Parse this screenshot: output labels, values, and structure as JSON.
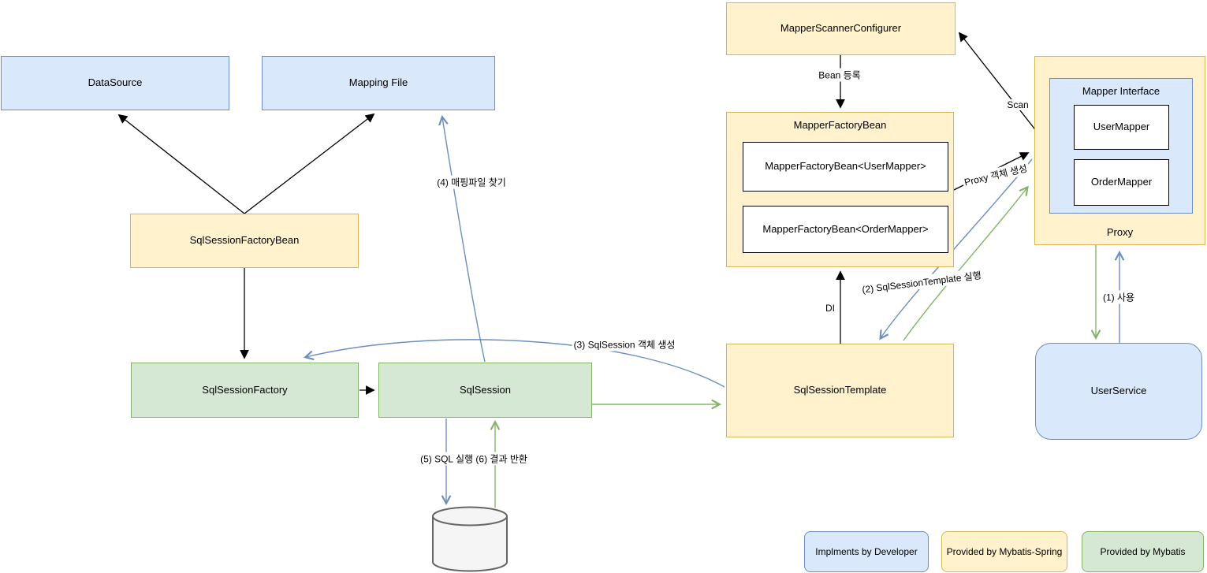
{
  "diagram": {
    "nodes": {
      "datasource": "DataSource",
      "mapping_file": "Mapping File",
      "sql_session_factory_bean": "SqlSessionFactoryBean",
      "sql_session_factory": "SqlSessionFactory",
      "sql_session": "SqlSession",
      "mapper_scanner_configurer": "MapperScannerConfigurer",
      "mapper_factory_bean": {
        "title": "MapperFactoryBean",
        "items": [
          "MapperFactoryBean<UserMapper>",
          "MapperFactoryBean<OrderMapper>"
        ]
      },
      "sql_session_template": "SqlSessionTemplate",
      "proxy": {
        "title": "Proxy",
        "mapper_interface": {
          "title": "Mapper Interface",
          "items": [
            "UserMapper",
            "OrderMapper"
          ]
        }
      },
      "user_service": "UserService"
    },
    "edges": {
      "bean_register": "Bean 등록",
      "scan": "Scan",
      "proxy_create": "Proxy 객체 생성",
      "di": "DI",
      "use": "(1) 사용",
      "template_exec": "(2) SqlSessionTemplate 실행",
      "session_create": "(3) SqlSession 객체 생성",
      "find_mapping": "(4) 매핑파일 찾기",
      "sql_exec": "(5) SQL 실행 (6) 결과 반환"
    },
    "legend": {
      "developer": "Implments by Developer",
      "mybatis_spring": "Provided by Mybatis-Spring",
      "mybatis": "Provided by Mybatis"
    },
    "colors": {
      "blue_fill": "#dae8fc",
      "blue_stroke": "#6c8ebf",
      "yellow_fill": "#fff2cc",
      "yellow_stroke": "#d6b656",
      "green_fill": "#d5e8d4",
      "green_stroke": "#82b366",
      "edge_black": "#000000",
      "edge_blue": "#6c8ebf",
      "edge_green": "#82b366",
      "db_fill": "#f5f5f5",
      "db_stroke": "#666666"
    }
  }
}
